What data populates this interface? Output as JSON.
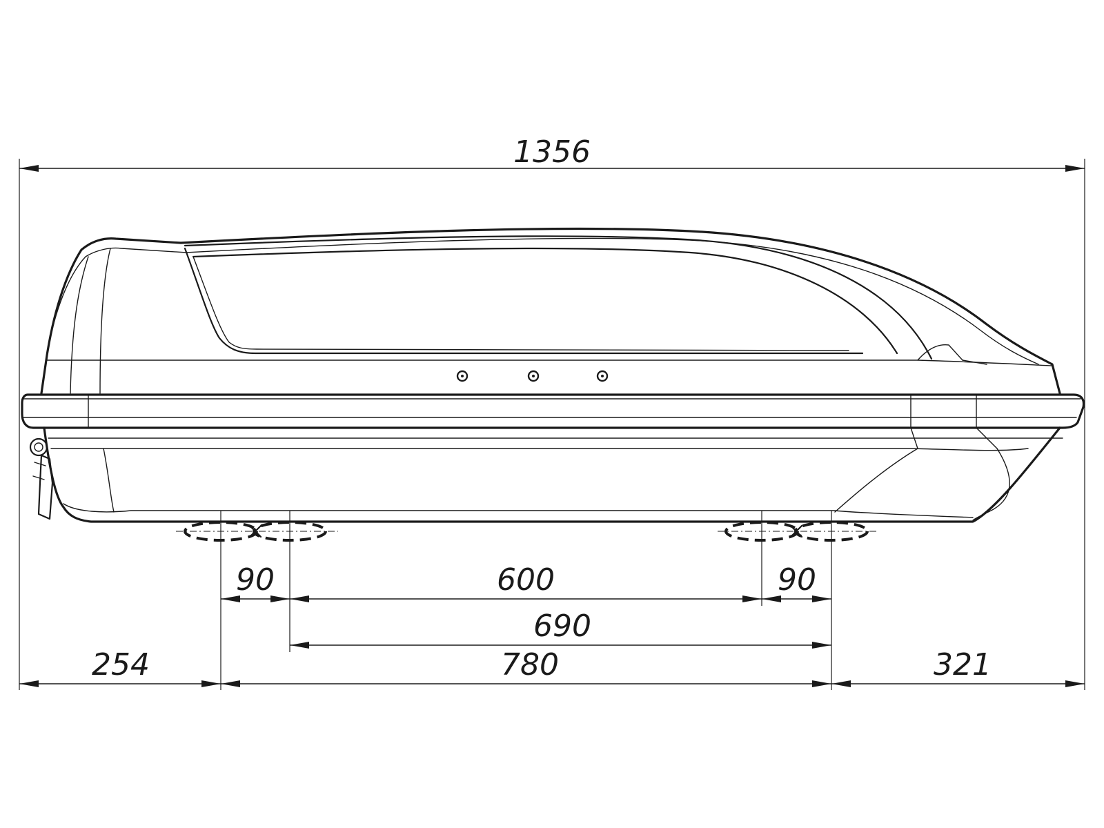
{
  "colors": {
    "line": "#1a1a1a",
    "background": "#ffffff"
  },
  "dimensions": {
    "overall_length": "1356",
    "front_overhang": "254",
    "mount_span": "780",
    "rear_overhang": "321",
    "inner_span": "690",
    "bar_spacing": "600",
    "front_adjust": "90",
    "rear_adjust": "90"
  }
}
